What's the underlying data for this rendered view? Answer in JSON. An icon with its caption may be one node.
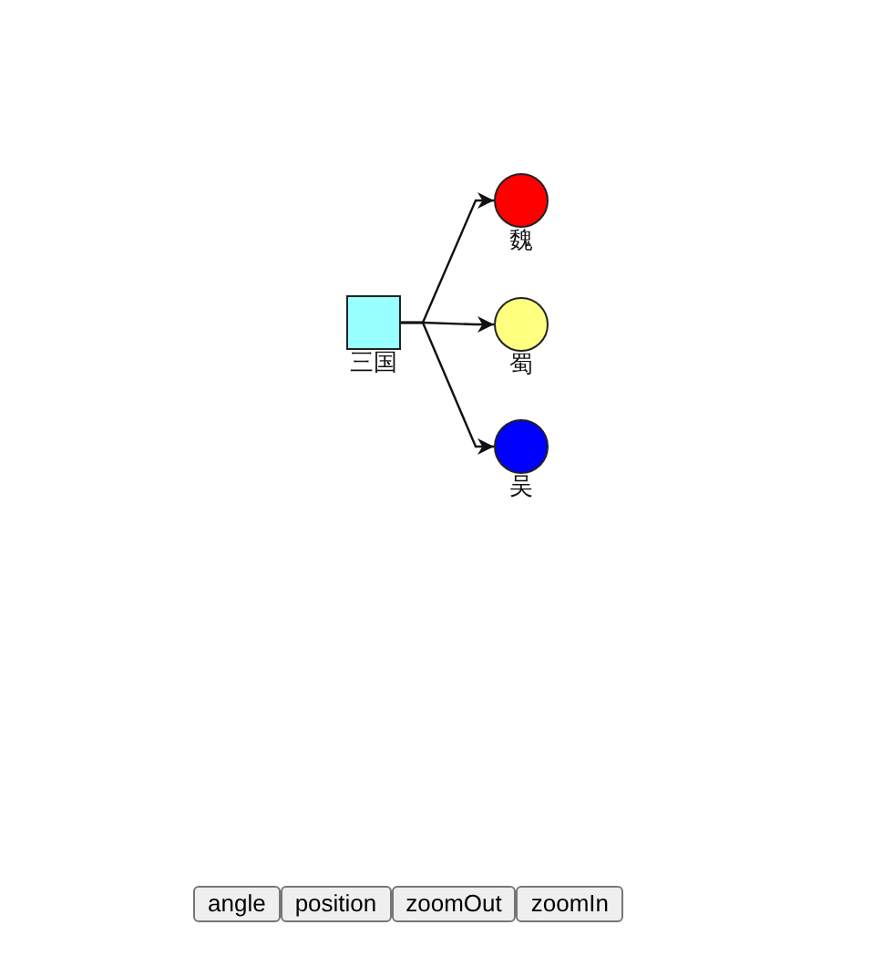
{
  "diagram": {
    "nodes": [
      {
        "text": [
          "三国"
        ]
      },
      {
        "text": [
          "魏"
        ]
      },
      {
        "text": [
          "蜀"
        ]
      },
      {
        "text": [
          "吴"
        ]
      }
    ],
    "edges": [
      {
        "from": 0,
        "to": 1,
        "arrow": "to"
      },
      {
        "from": 0,
        "to": 2,
        "arrow": "to"
      },
      {
        "from": 0,
        "to": 3,
        "arrow": "to"
      }
    ],
    "labels": [
      "angle",
      "position",
      "zoomOut",
      "zoomIn"
    ]
  }
}
